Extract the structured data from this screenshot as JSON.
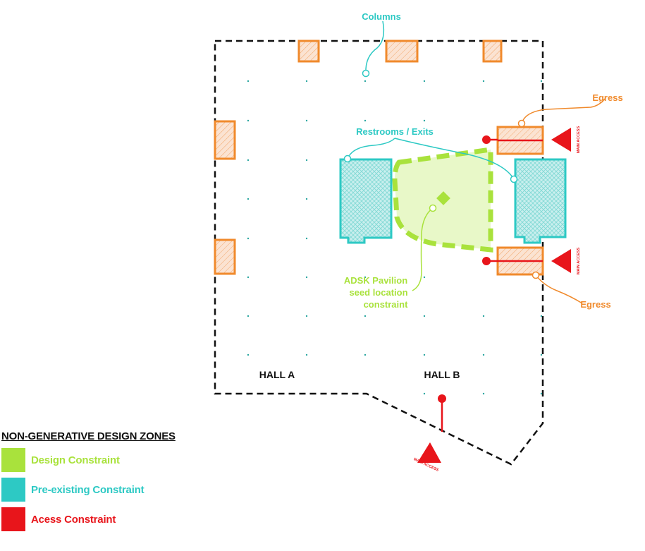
{
  "colors": {
    "orange": "#f08a2c",
    "orange_fill": "#fbe3d2",
    "teal": "#2dc9c4",
    "teal_fill": "#c9efee",
    "green": "#a9e23c",
    "green_fill": "#e8f8c8",
    "red": "#e8151b",
    "black": "#111111",
    "grid_dot": "#2aa6a0"
  },
  "labels": {
    "columns": "Columns",
    "restrooms": "Restrooms / Exits",
    "egress_top": "Egress",
    "egress_bottom": "Egress",
    "pavilion_line1": "ADSK Pavilion",
    "pavilion_line2": "seed location",
    "pavilion_line3": "constraint",
    "hall_a": "HALL A",
    "hall_b": "HALL B",
    "main_access_1": "MAIN ACCESS",
    "main_access_2": "MAIN ACCESS",
    "main_access_3": "MAIN ACCESS"
  },
  "legend": {
    "title": "NON-GENERATIVE DESIGN ZONES",
    "items": [
      {
        "label": "Design Constraint",
        "color": "#a9e23c"
      },
      {
        "label": "Pre-existing Constraint",
        "color": "#2dc9c4"
      },
      {
        "label": "Acess Constraint",
        "color": "#e8151b"
      }
    ]
  }
}
